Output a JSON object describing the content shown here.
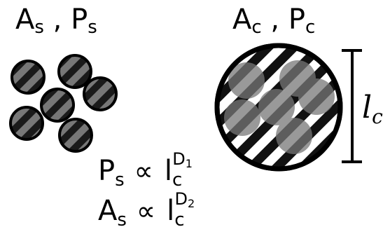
{
  "labels": {
    "small_area": "A",
    "small_area_sub": "s",
    "small_perimeter": "P",
    "small_perimeter_sub": "s",
    "cluster_area": "A",
    "cluster_area_sub": "c",
    "cluster_perimeter": "P",
    "cluster_perimeter_sub": "c",
    "separator": " , "
  },
  "length_label": {
    "base": "l",
    "sub": "c"
  },
  "equations": [
    {
      "lhs": "P",
      "lhs_sub": "s",
      "relation": "∝",
      "rhs": "l",
      "rhs_sub": "c",
      "exp": "D",
      "exp_sub": "1"
    },
    {
      "lhs": "A",
      "lhs_sub": "s",
      "relation": "∝",
      "rhs": "l",
      "rhs_sub": "c",
      "exp": "D",
      "exp_sub": "2"
    }
  ],
  "colors": {
    "stroke": "#000000",
    "fill_gray": "#777777",
    "background": "#ffffff"
  }
}
